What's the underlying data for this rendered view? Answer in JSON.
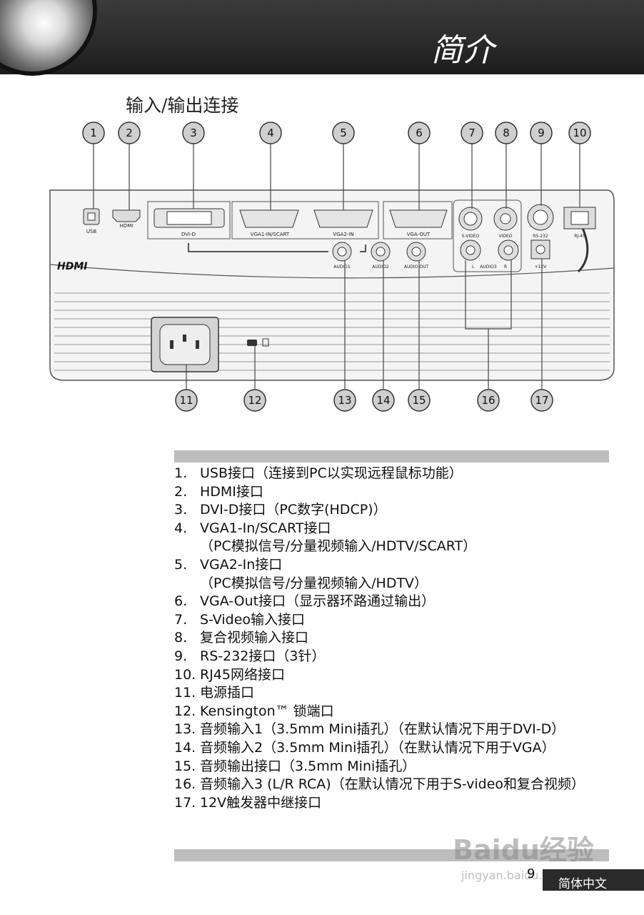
{
  "header": {
    "title": "简介"
  },
  "section": {
    "title": "输入/输出连接"
  },
  "diagram": {
    "top_callouts": [
      "1",
      "2",
      "3",
      "4",
      "5",
      "6",
      "7",
      "8",
      "9",
      "10"
    ],
    "bottom_callouts": [
      "11",
      "12",
      "13",
      "14",
      "15",
      "16",
      "17"
    ],
    "port_labels": {
      "usb": "USB",
      "hdmi": "HDMI",
      "dvi": "DVI-D",
      "vga1": "VGA1-IN/SCART",
      "vga2": "VGA2-IN",
      "vgaout": "VGA-OUT",
      "svideo": "S-VIDEO",
      "video": "VIDEO",
      "rs232": "RS-232",
      "rj45": "RJ-45",
      "audio1": "AUDIO1",
      "audio2": "AUDIO2",
      "audioout": "AUDIO OUT",
      "audio3": "AUDIO3",
      "left": "L",
      "right": "R",
      "v12": "+12V"
    },
    "hdmi_logo": "HDMI"
  },
  "items": [
    {
      "num": "1.",
      "text": "USB接口（连接到PC以实现远程鼠标功能）"
    },
    {
      "num": "2.",
      "text": "HDMI接口"
    },
    {
      "num": "3.",
      "text": "DVI-D接口（PC数字(HDCP)）"
    },
    {
      "num": "4.",
      "text": "VGA1-In/SCART接口",
      "sub": "（PC模拟信号/分量视频输入/HDTV/SCART）"
    },
    {
      "num": "5.",
      "text": "VGA2-In接口",
      "sub": "（PC模拟信号/分量视频输入/HDTV）"
    },
    {
      "num": "6.",
      "text": "VGA-Out接口（显示器环路通过输出）"
    },
    {
      "num": "7.",
      "text": "S-Video输入接口"
    },
    {
      "num": "8.",
      "text": "复合视频输入接口"
    },
    {
      "num": "9.",
      "text": "RS-232接口（3针）"
    },
    {
      "num": "10.",
      "text": "RJ45网络接口"
    },
    {
      "num": "11.",
      "text": "电源插口"
    },
    {
      "num": "12.",
      "text": "Kensington™ 锁端口"
    },
    {
      "num": "13.",
      "text": "音频输入1（3.5mm Mini插孔）（在默认情况下用于DVI-D）"
    },
    {
      "num": "14.",
      "text": "音频输入2（3.5mm Mini插孔）（在默认情况下用于VGA）"
    },
    {
      "num": "15.",
      "text": "音频输出接口（3.5mm Mini插孔）"
    },
    {
      "num": "16.",
      "text": "音频输入3 (L/R RCA)（在默认情况下用于S-video和复合视频）"
    },
    {
      "num": "17.",
      "text": "12V触发器中继接口"
    }
  ],
  "footer": {
    "page_number": "9",
    "language_tab": "简体中文"
  },
  "watermark": {
    "brand": "Baidu经验",
    "url": "jingyan.baidu.com"
  }
}
